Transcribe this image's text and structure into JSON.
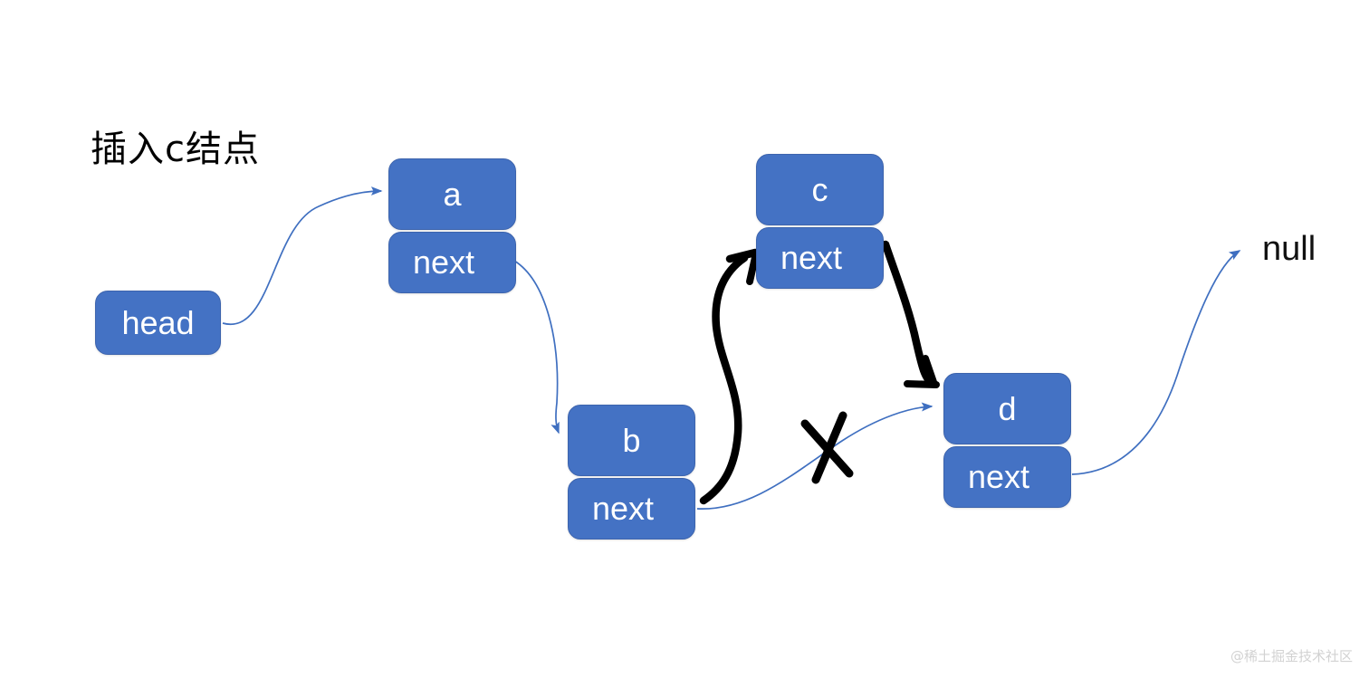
{
  "diagram": {
    "title": "插入c结点",
    "watermark": "@稀土掘金技术社区",
    "colors": {
      "node_fill": "#4472c4",
      "node_stroke": "#3d64ad",
      "node_text": "#ffffff",
      "thin_edge": "#4472c4",
      "thick_edge": "#000000",
      "label_text": "#111111",
      "background": "#ffffff"
    }
  },
  "nodes": {
    "head": {
      "label": "head"
    },
    "a": {
      "value": "a",
      "pointer": "next"
    },
    "b": {
      "value": "b",
      "pointer": "next"
    },
    "c": {
      "value": "c",
      "pointer": "next"
    },
    "d": {
      "value": "d",
      "pointer": "next"
    },
    "null_terminator": {
      "label": "null"
    }
  },
  "edges": [
    {
      "id": "head-to-a",
      "from": "head",
      "to": "a.value",
      "style": "thin-blue",
      "state": "active"
    },
    {
      "id": "a-next-to-b",
      "from": "a.next",
      "to": "b.value",
      "style": "thin-blue",
      "state": "active"
    },
    {
      "id": "b-next-to-d",
      "from": "b.next",
      "to": "d.value",
      "style": "thin-blue",
      "state": "cancelled"
    },
    {
      "id": "b-next-to-c",
      "from": "b.next",
      "to": "c.next",
      "style": "thick-black",
      "state": "new"
    },
    {
      "id": "c-next-to-d",
      "from": "c.next",
      "to": "d.value",
      "style": "thick-black",
      "state": "new"
    },
    {
      "id": "d-next-to-null",
      "from": "d.next",
      "to": "null",
      "style": "thin-blue",
      "state": "active"
    }
  ],
  "annotations": [
    {
      "id": "cross-out-mark",
      "symbol": "X",
      "meaning": "old b.next link removed"
    }
  ]
}
